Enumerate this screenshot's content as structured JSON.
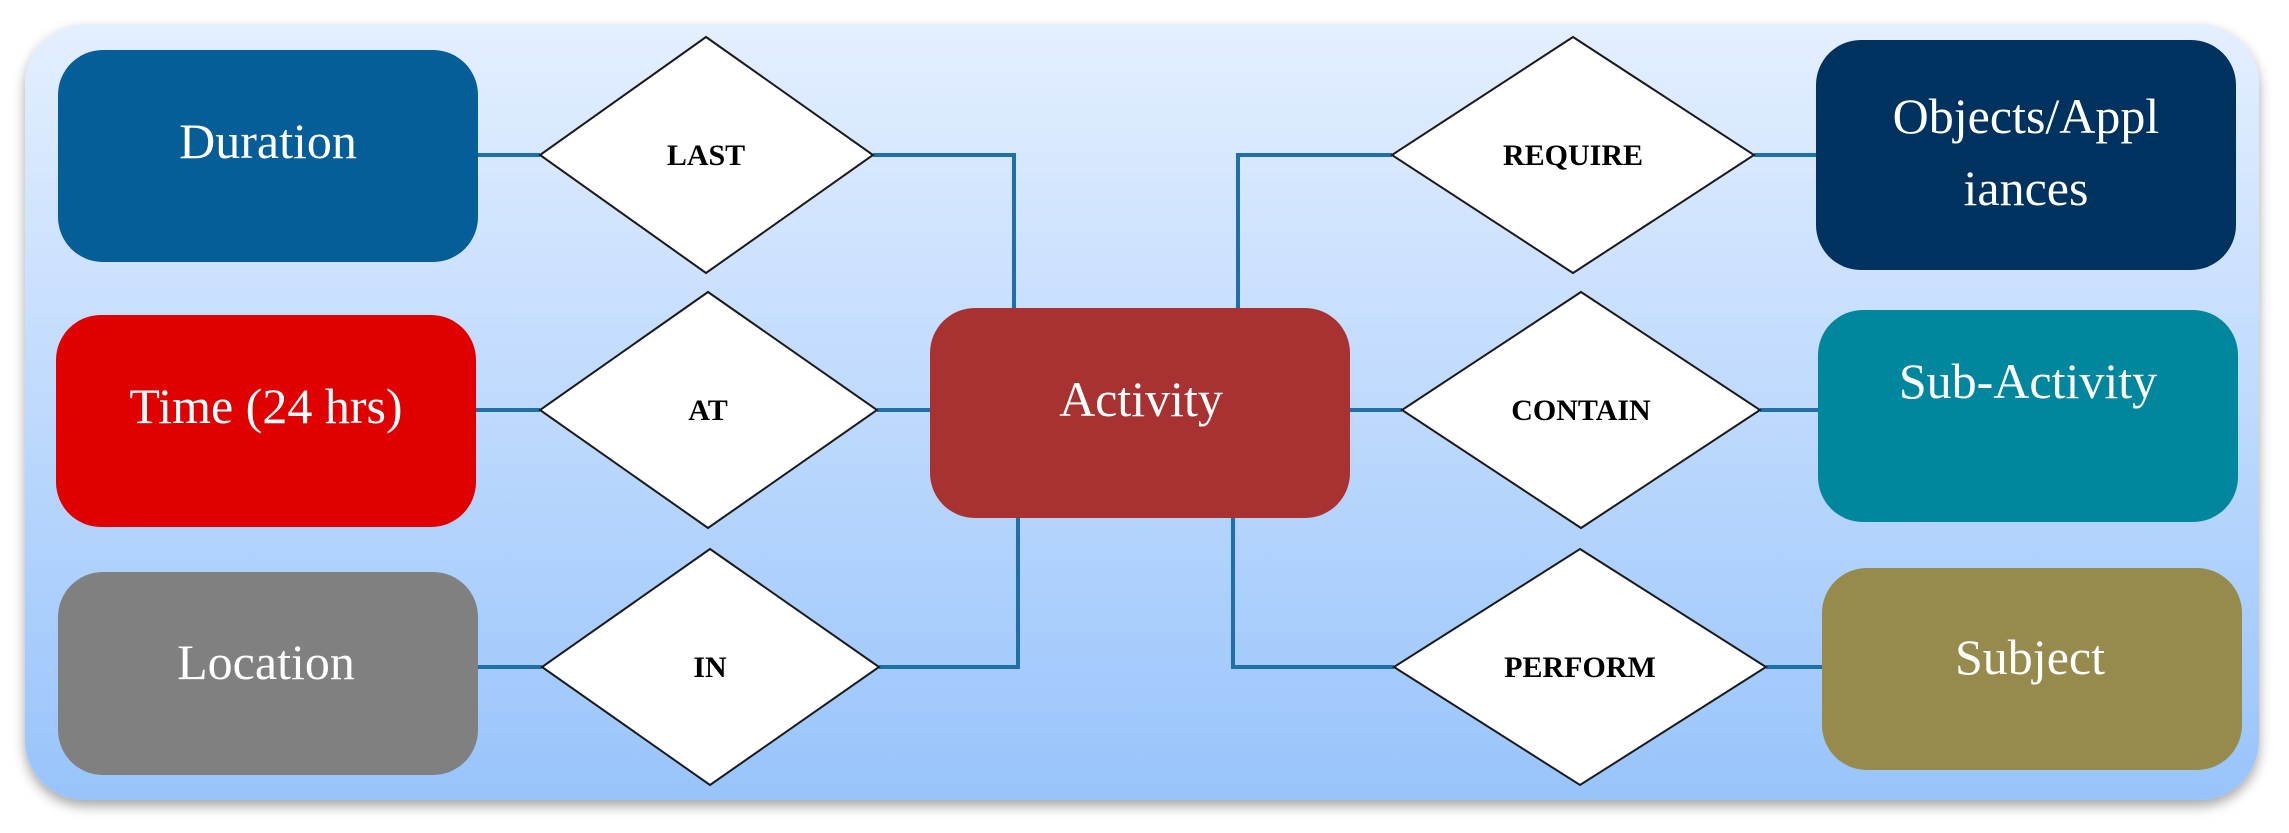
{
  "colors": {
    "panel_top": "#e4efff",
    "panel_bottom": "#98c4fb",
    "connector": "#1f6fa8"
  },
  "center": {
    "label": "Activity",
    "color": "#a83232"
  },
  "entities": {
    "duration": {
      "lines": [
        "Duration"
      ],
      "color": "#055e97"
    },
    "time": {
      "lines": [
        "Time (24 hrs)"
      ],
      "color": "#e00000"
    },
    "location": {
      "lines": [
        "Location"
      ],
      "color": "#808080"
    },
    "objects": {
      "lines": [
        "Objects/Appl",
        "iances"
      ],
      "color": "#00325f"
    },
    "subactivity": {
      "lines": [
        "Sub-Activity"
      ],
      "color": "#00869d"
    },
    "subject": {
      "lines": [
        "Subject"
      ],
      "color": "#968a4d"
    }
  },
  "relationships": {
    "last": "LAST",
    "at": "AT",
    "in": "IN",
    "require": "REQUIRE",
    "contain": "CONTAIN",
    "perform": "PERFORM"
  }
}
